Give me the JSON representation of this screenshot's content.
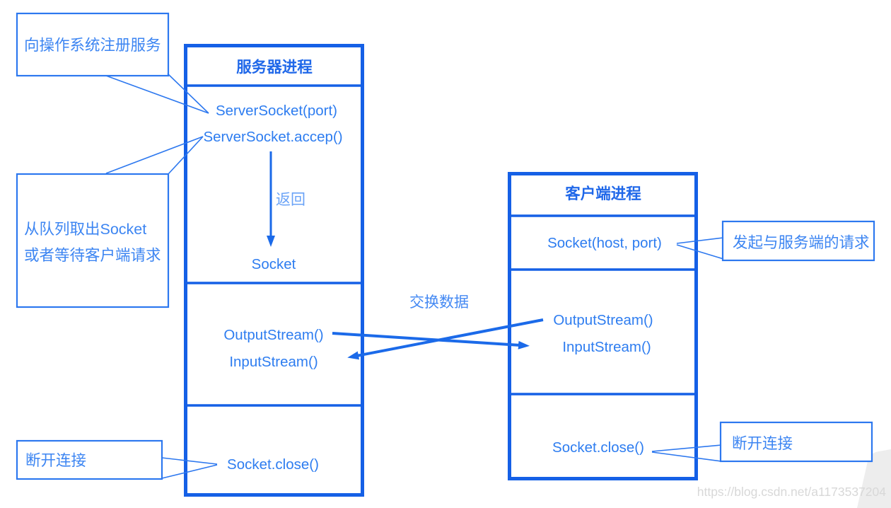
{
  "diagram": {
    "server": {
      "title": "服务器进程",
      "create_call": "ServerSocket(port)",
      "accept_call": "ServerSocket.accep()",
      "return_label": "返回",
      "socket_result": "Socket",
      "output_call": "OutputStream()",
      "input_call": "InputStream()",
      "close_call": "Socket.close()"
    },
    "client": {
      "title": "客户端进程",
      "connect_call": "Socket(host, port)",
      "output_call": "OutputStream()",
      "input_call": "InputStream()",
      "close_call": "Socket.close()"
    },
    "callouts": {
      "register_service": "向操作系统注册服务",
      "queue_line1": "从队列取出Socket",
      "queue_line2": "或者等待客户端请求",
      "server_disconnect": "断开连接",
      "client_request": "发起与服务端的请求",
      "client_disconnect": "断开连接"
    },
    "exchange_label": "交换数据",
    "watermark": "https://blog.csdn.net/a1173537204"
  },
  "colors": {
    "box_border": "#1560e6",
    "code_text": "#2e7df0",
    "header_text": "#2068e9",
    "callout_border": "#2d78ef",
    "callout_text": "#3c85f2",
    "arrow": "#1b6ae9",
    "light_label": "#6aa3f7",
    "exchange_text": "#4489f3",
    "watermark_text": "#d8d8d8"
  }
}
